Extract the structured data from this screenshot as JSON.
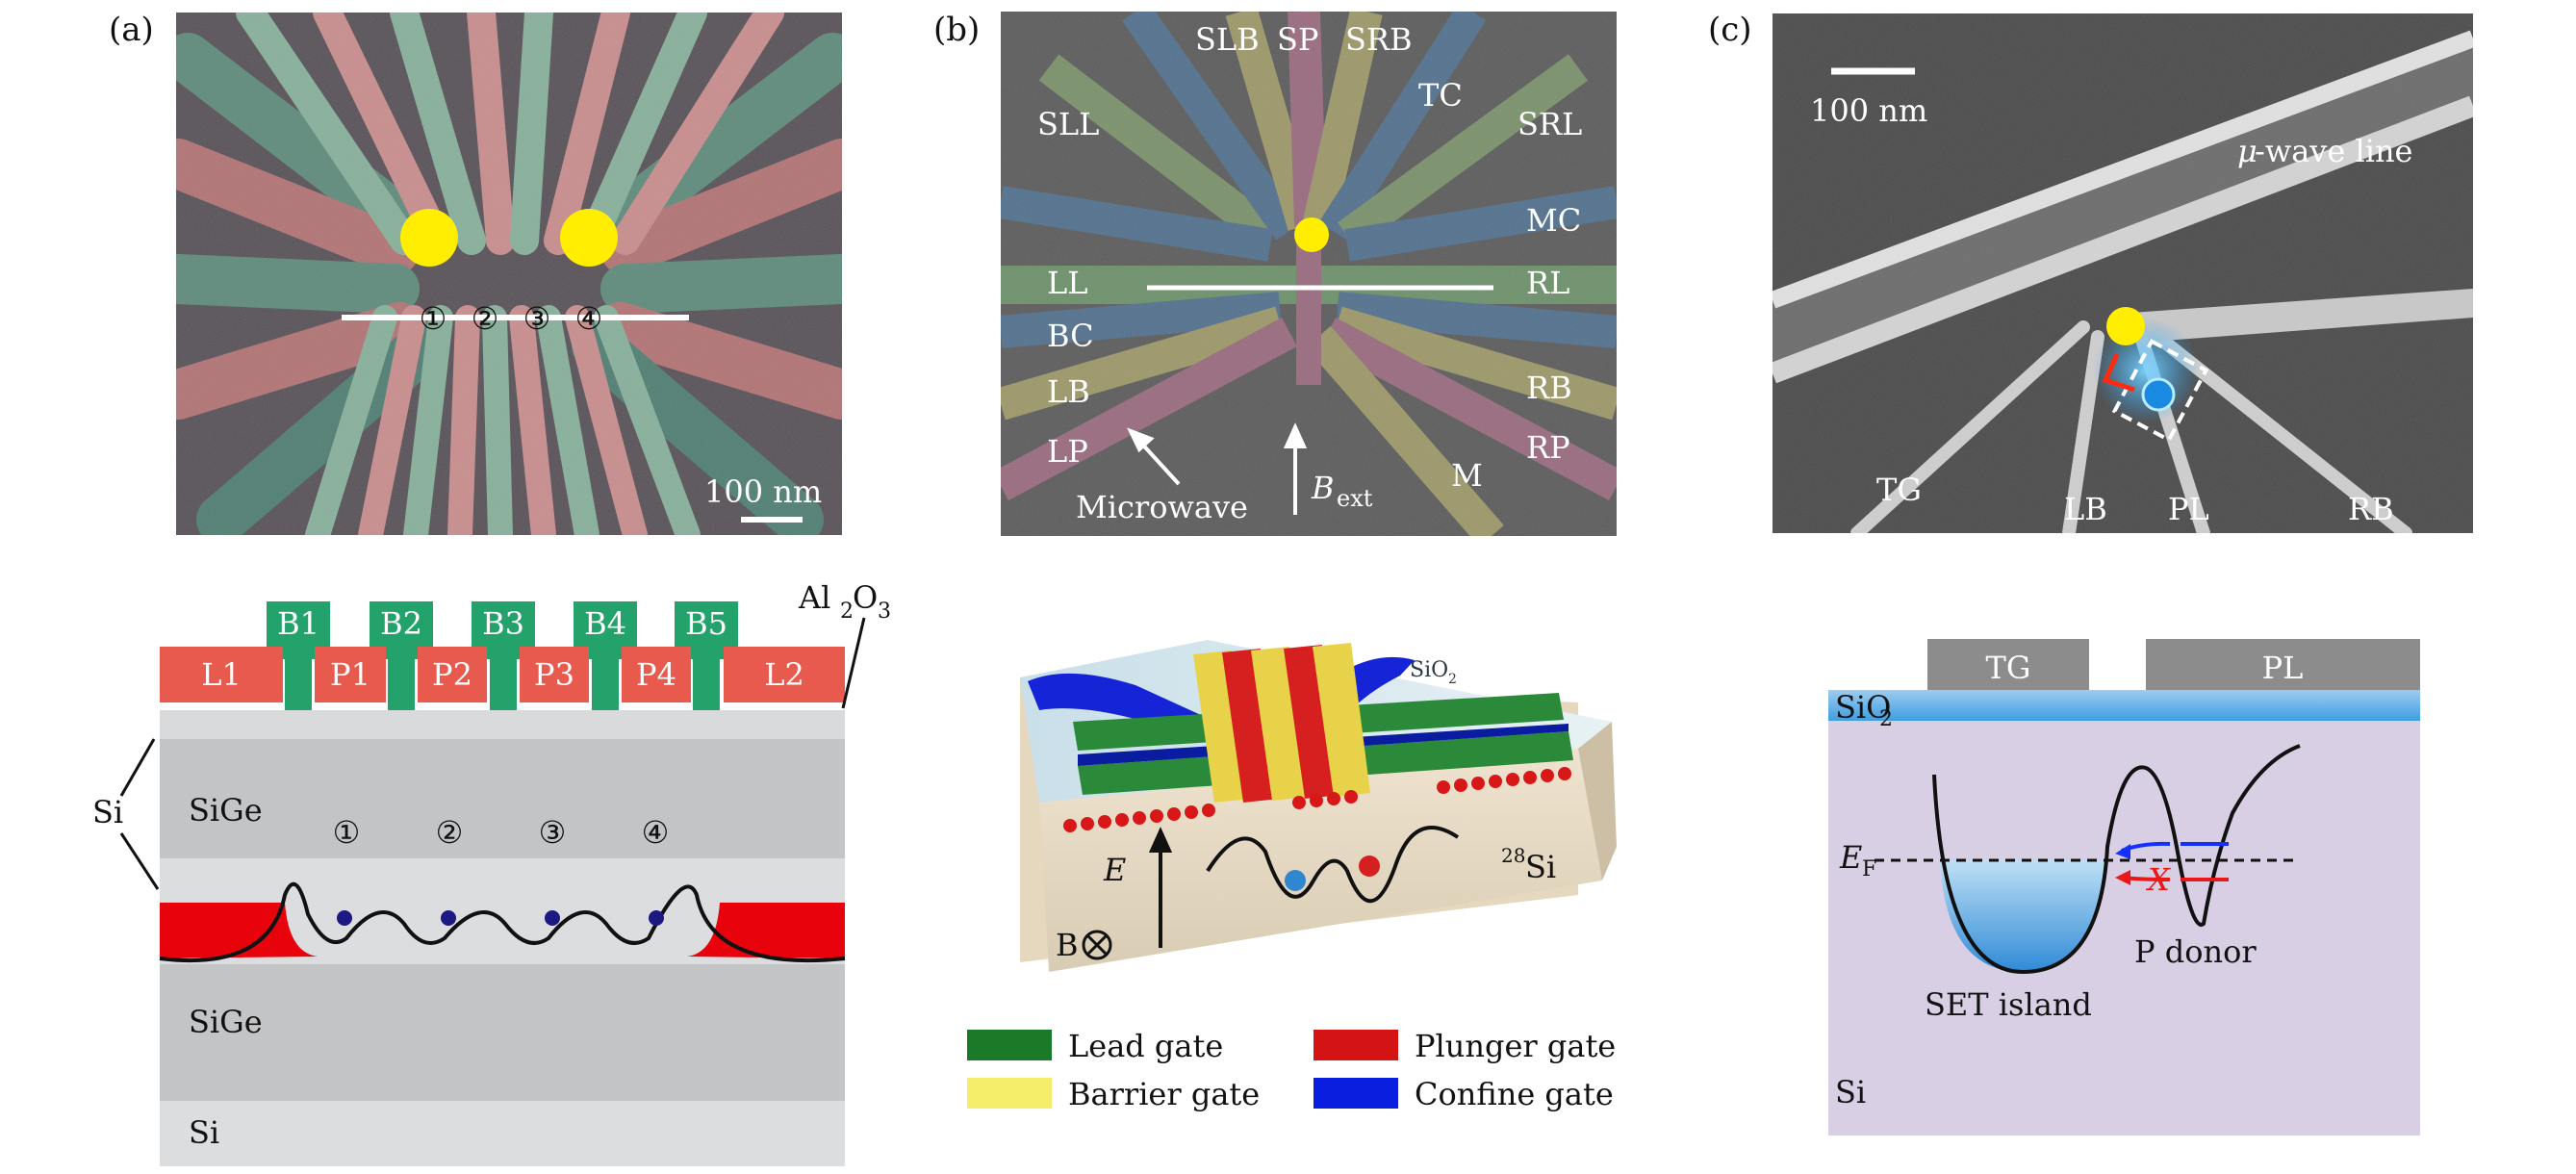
{
  "panels": {
    "a": {
      "tag": "(a)",
      "scale_bar": "100 nm",
      "dot_labels": [
        "①",
        "②",
        "③",
        "④"
      ]
    },
    "b": {
      "tag": "(b)",
      "gates": {
        "slb": "SLB",
        "sp": "SP",
        "srb": "SRB",
        "tc": "TC",
        "sll": "SLL",
        "srl": "SRL",
        "mc": "MC",
        "ll": "LL",
        "rl": "RL",
        "bc": "BC",
        "lb": "LB",
        "rb": "RB",
        "lp": "LP",
        "rp": "RP",
        "m": "M"
      },
      "microwave": "Microwave",
      "bext": "B",
      "bext_sub": "ext"
    },
    "c": {
      "tag": "(c)",
      "scale_bar": "100 nm",
      "mu": "μ",
      "wave_line": "-wave line",
      "tg": "TG",
      "lb": "LB",
      "pl": "PL",
      "rb": "RB"
    },
    "d": {
      "gates": [
        "L1",
        "P1",
        "P2",
        "P3",
        "P4",
        "L2"
      ],
      "barriers": [
        "B1",
        "B2",
        "B3",
        "B4",
        "B5"
      ],
      "al2o3": "Al",
      "al2o3_sub1": "2",
      "al2o3_mid": "O",
      "al2o3_sub2": "3",
      "si_side": "Si",
      "sige_top": "SiGe",
      "sige_bottom": "SiGe",
      "si_bottom": "Si",
      "dot_labels": [
        "①",
        "②",
        "③",
        "④"
      ]
    },
    "e": {
      "sio2": "SiO",
      "sio2_sub": "2",
      "e_field": "E",
      "b_field": "B",
      "si28_sup": "28",
      "si28": "Si",
      "legend": [
        {
          "label": "Lead gate",
          "color": "#1a7a28"
        },
        {
          "label": "Plunger gate",
          "color": "#d41414"
        },
        {
          "label": "Barrier gate",
          "color": "#f4ee6a"
        },
        {
          "label": "Confine gate",
          "color": "#0a1ee0"
        }
      ]
    },
    "f": {
      "tg": "TG",
      "pl": "PL",
      "sio2": "SiO",
      "sio2_sub": "2",
      "ef": "E",
      "ef_sub": "F",
      "x_mark": "X",
      "set_island": "SET island",
      "p_donor": "P donor",
      "si": "Si"
    }
  }
}
